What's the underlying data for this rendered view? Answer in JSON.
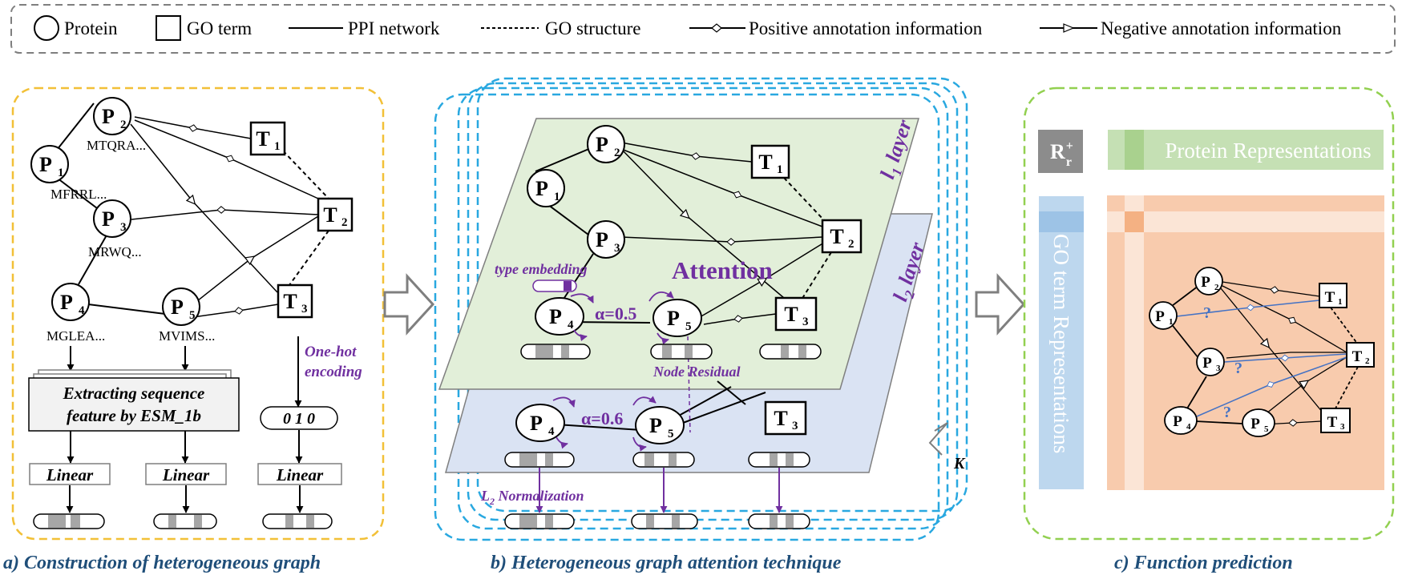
{
  "legend": {
    "protein": "Protein",
    "go_term": "GO term",
    "ppi": "PPI network",
    "go_structure": "GO structure",
    "positive": "Positive annotation information",
    "negative": "Negative annotation information"
  },
  "panel_a": {
    "caption": "a) Construction of heterogeneous graph",
    "proteins": {
      "P1": "P",
      "P2": "P",
      "P3": "P",
      "P4": "P",
      "P5": "P"
    },
    "protein_idx": {
      "P1": "1",
      "P2": "2",
      "P3": "3",
      "P4": "4",
      "P5": "5"
    },
    "terms": {
      "T1": "T",
      "T2": "T",
      "T3": "T"
    },
    "term_idx": {
      "T1": "1",
      "T2": "2",
      "T3": "3"
    },
    "sequences": {
      "P1": "MFRRL...",
      "P2": "MTQRA...",
      "P3": "MRWQ...",
      "P4": "MGLEA...",
      "P5": "MVIMS..."
    },
    "esm_line1": "Extracting sequence",
    "esm_line2": "feature by ESM_1b",
    "onehot_line1": "One-hot",
    "onehot_line2": "encoding",
    "onehot_value": "0 1 0",
    "linear": "Linear"
  },
  "panel_b": {
    "caption": "b) Heterogeneous graph attention technique",
    "layer1": "l",
    "layer1_sub": "1",
    "layer2": "l",
    "layer2_sub": "2",
    "layer_word": " layer",
    "attention": "Attention",
    "type_embedding": "type embedding",
    "alpha1": "α=0.5",
    "alpha2": "α=0.6",
    "node_residual": "Node Residual",
    "l2_norm_prefix": "L",
    "l2_norm_sub": "2",
    "l2_norm_suffix": " Normalization",
    "k_label": "K"
  },
  "panel_c": {
    "caption": "c) Function prediction",
    "rr_main": "R",
    "rr_sup": "+",
    "rr_sub": "r",
    "protein_repr": "Protein Representations",
    "go_repr": "GO term Representations",
    "question": "?"
  },
  "colors": {
    "yellow_border": "#f2c037",
    "blue_border": "#29a8e0",
    "green_border": "#92d050",
    "green_layer": "#e2efd9",
    "blue_layer": "#dae3f3",
    "purple": "#7030a0",
    "caption": "#1f4e79",
    "orange_matrix": "#f8cbad",
    "light_green": "#c5e0b4",
    "light_blue": "#bdd7ee",
    "blue_edge": "#4472c4"
  }
}
